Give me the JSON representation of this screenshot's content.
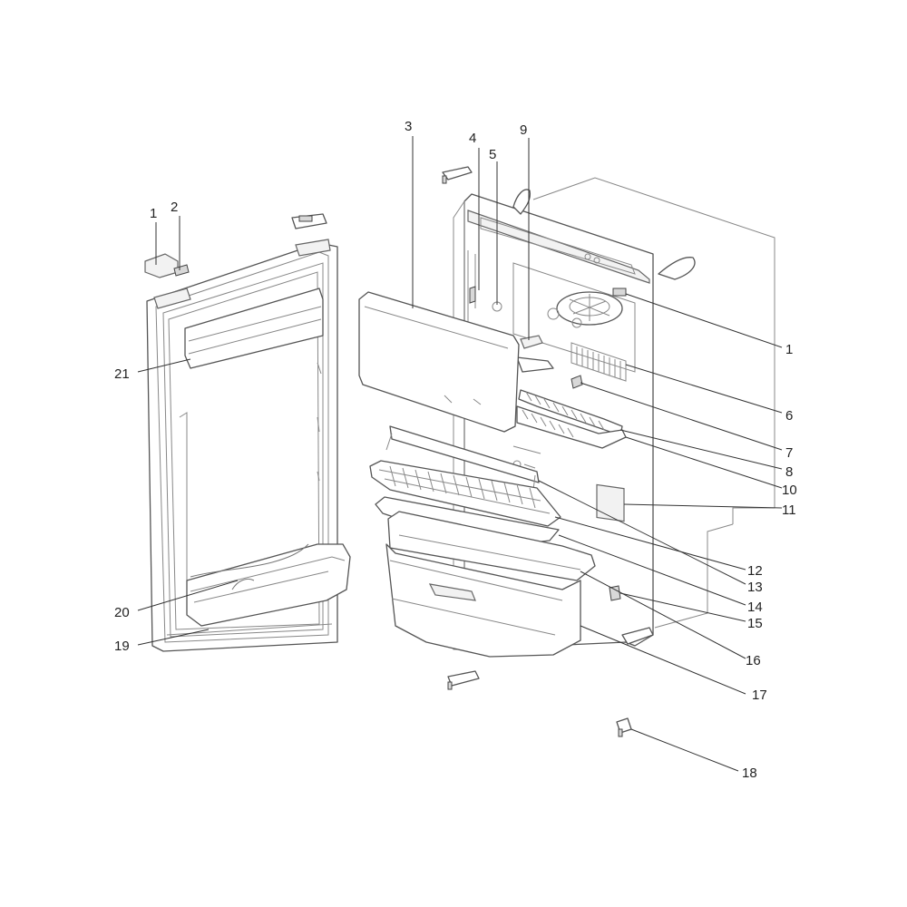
{
  "callouts": {
    "door_light_housing": "1",
    "door_switch": "2",
    "freezer_door": "3",
    "cable_clip": "4",
    "lamp_socket": "5",
    "handle_bracket": "9",
    "cabinet_light": "1",
    "evaporator": "6",
    "thermostat": "7",
    "freezer_shelf": "8",
    "drip_tray": "10",
    "rating_label": "11",
    "grid_shelf": "12",
    "shelf_support": "13",
    "glass_shelf": "14",
    "drain_plug": "15",
    "crisper_cover": "16",
    "crisper_box": "17",
    "hinge_pin": "18",
    "door_frame": "19",
    "door_bin": "20",
    "door_shelf": "21"
  }
}
